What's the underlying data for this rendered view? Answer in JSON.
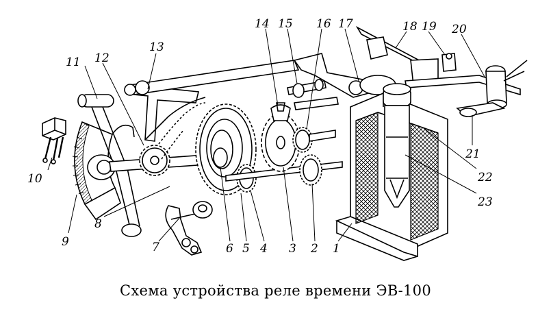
{
  "caption": "Схема устройства реле времени ЭВ-100",
  "callouts": [
    "1",
    "2",
    "3",
    "4",
    "5",
    "6",
    "7",
    "8",
    "9",
    "10",
    "11",
    "12",
    "13",
    "14",
    "15",
    "16",
    "17",
    "18",
    "19",
    "20",
    "21",
    "22",
    "23"
  ]
}
